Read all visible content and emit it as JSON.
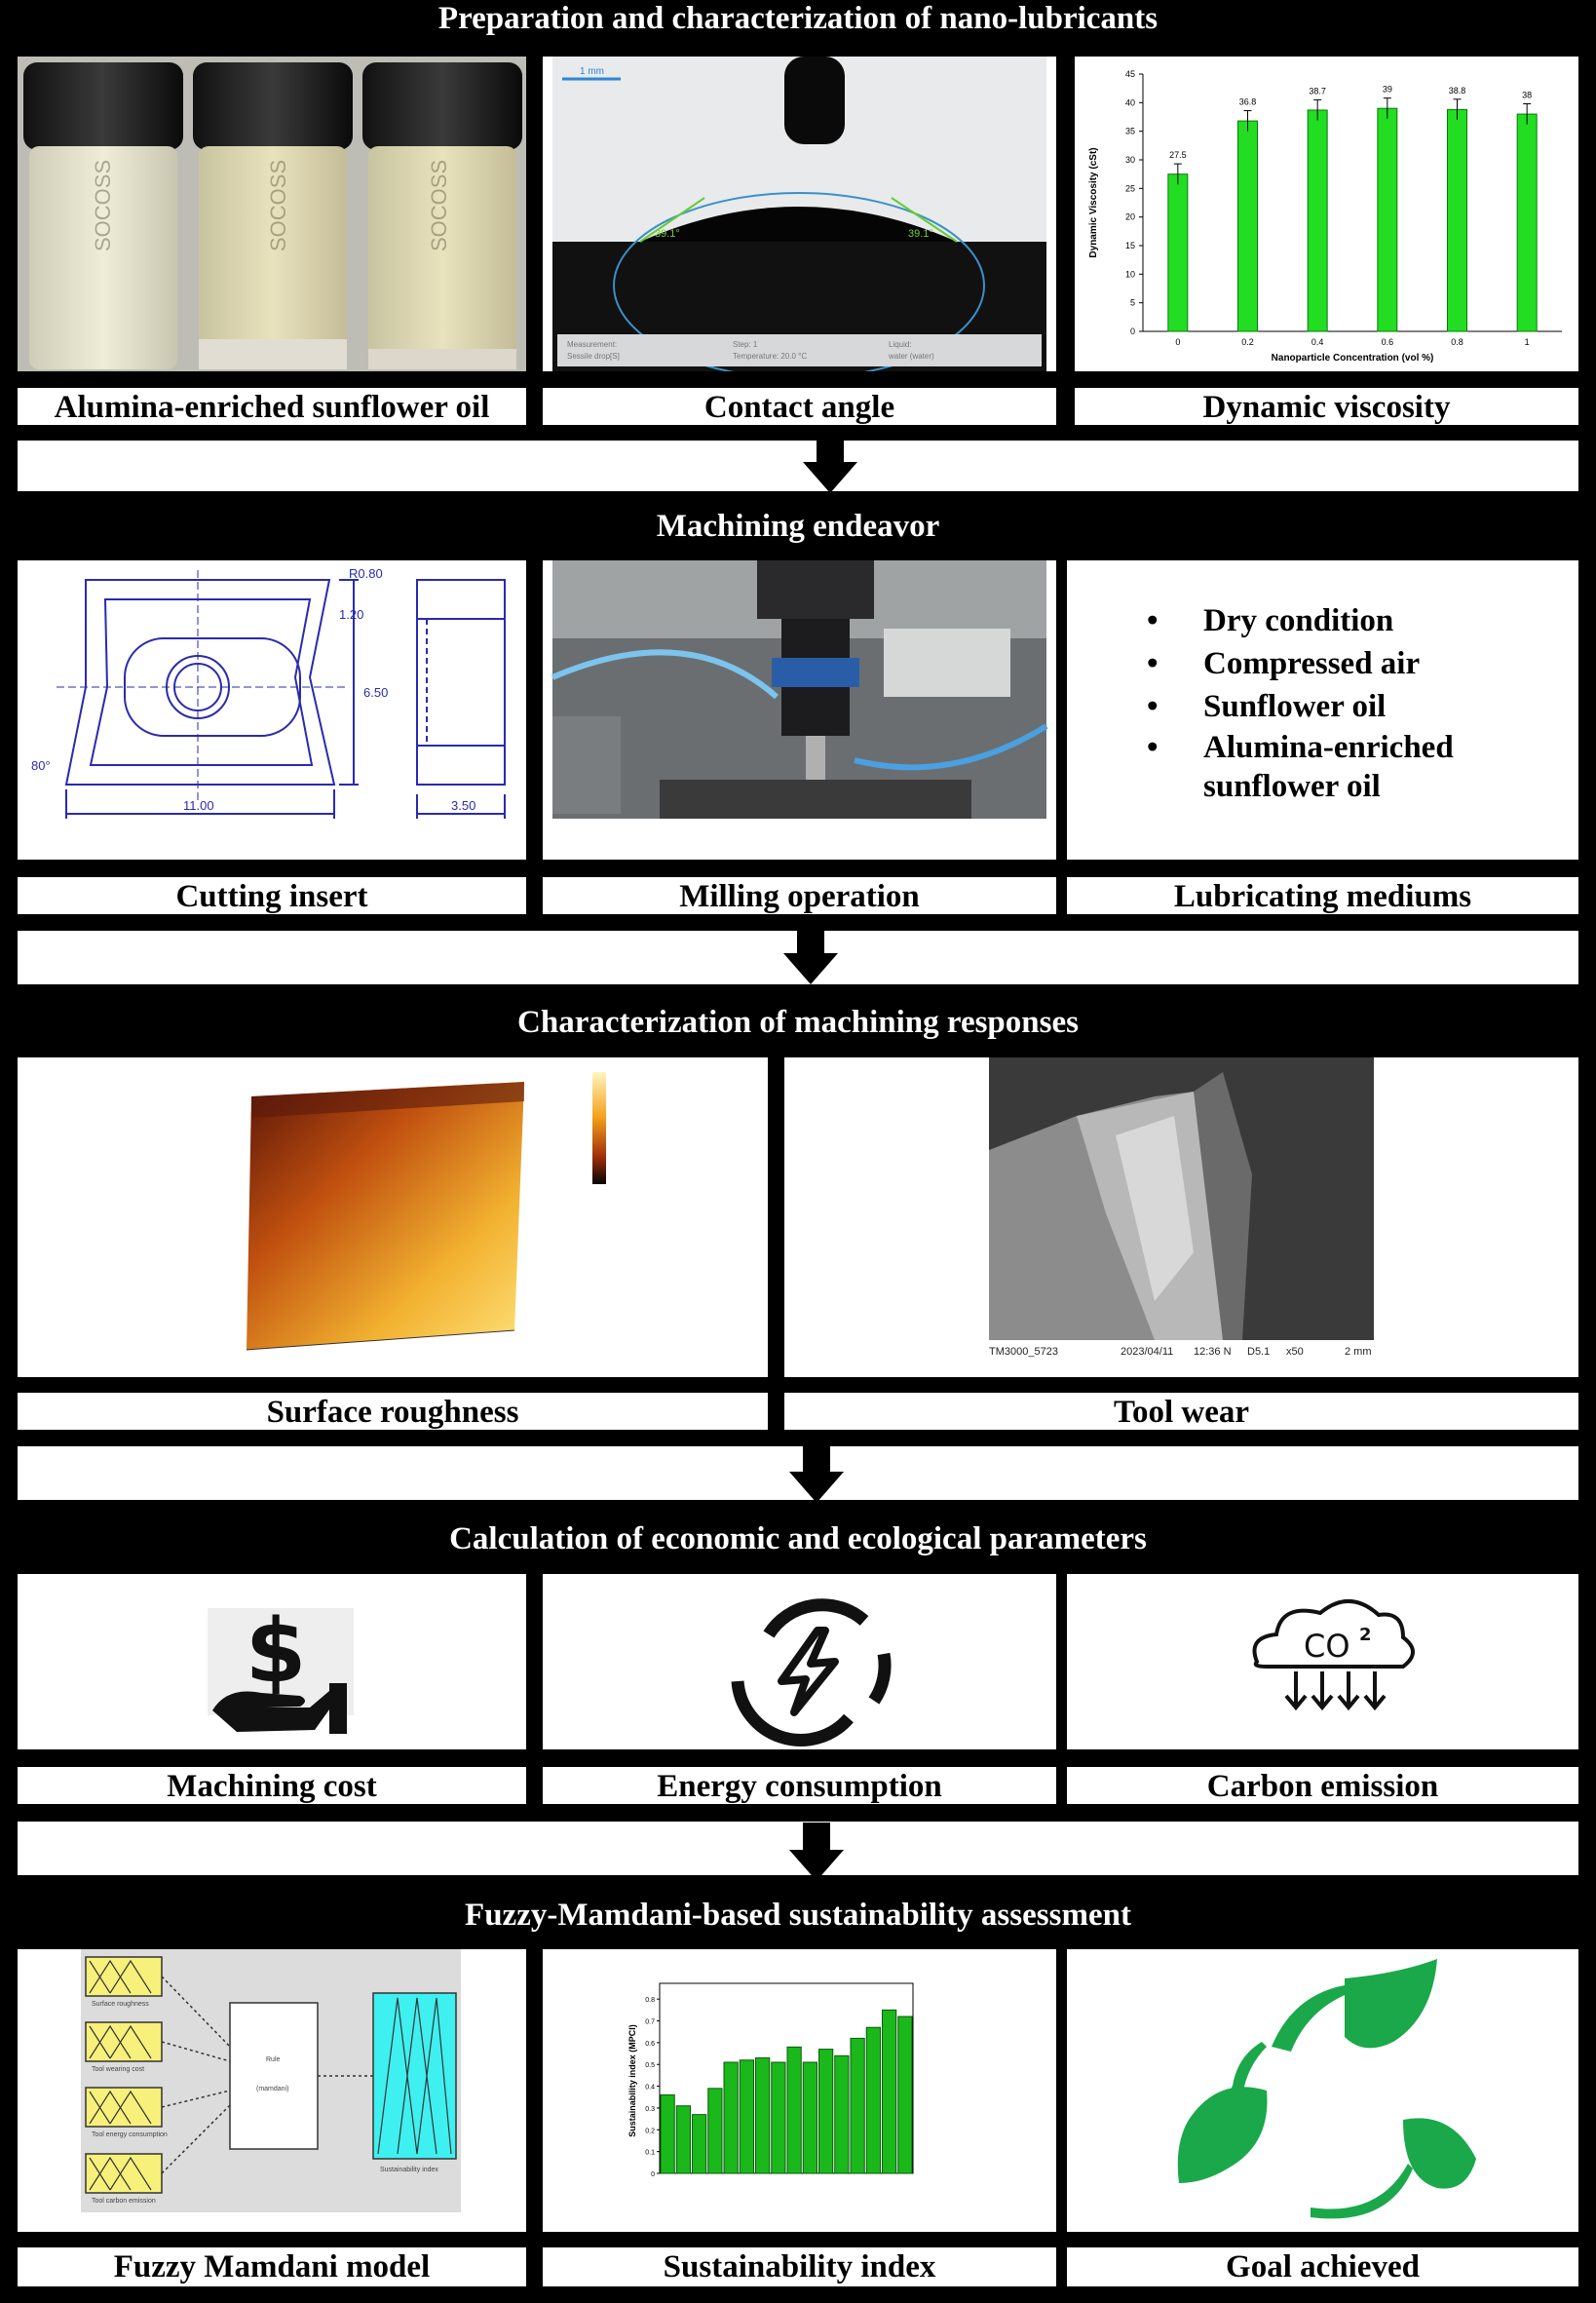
{
  "sections": [
    {
      "title": "Preparation  and characterization of nano-lubricants",
      "captions": [
        "Alumina-enriched sunflower oil",
        "Contact angle",
        "Dynamic viscosity"
      ]
    },
    {
      "title": "Machining endeavor",
      "captions": [
        "Cutting insert",
        "Milling operation",
        "Lubricating mediums"
      ]
    },
    {
      "title": "Characterization of machining responses",
      "captions": [
        "Surface roughness",
        "Tool wear"
      ]
    },
    {
      "title": "Calculation of economic and ecological parameters",
      "captions": [
        "Machining cost",
        "Energy consumption",
        "Carbon emission"
      ]
    },
    {
      "title": "Fuzzy-Mamdani-based sustainability assessment",
      "captions": [
        "Fuzzy Mamdani model",
        "Sustainability index",
        "Goal achieved"
      ]
    }
  ],
  "lubricating_mediums": [
    "Dry condition",
    "Compressed air",
    "Sunflower oil",
    "Alumina-enriched sunflower oil"
  ],
  "contact_angle": {
    "scale": "1 mm",
    "left_angle": "39.1°",
    "right_angle": "39.1°",
    "meta": [
      "Measurement:",
      "Sessile drop[S]",
      "Step: 1",
      "Temperature: 20.0 °C",
      "Liquid:",
      "water (water)"
    ]
  },
  "viscosity_chart": {
    "type": "bar",
    "categories": [
      "0",
      "0.2",
      "0.4",
      "0.6",
      "0.8",
      "1"
    ],
    "values": [
      27.5,
      36.8,
      38.7,
      39,
      38.8,
      38
    ],
    "value_labels": [
      "27.5",
      "36.8",
      "38.7",
      "39",
      "38.8",
      "38"
    ],
    "xlabel": "Nanoparticle Concentration (vol %)",
    "ylabel": "Dynamic Viscosity (cSt)",
    "ylim": [
      0,
      45
    ],
    "yticks": [
      "0",
      "5",
      "10",
      "15",
      "20",
      "25",
      "30",
      "35",
      "40",
      "45"
    ],
    "bar_color": "#22dd22"
  },
  "insert_drawing": {
    "dim_width": "11.00",
    "dim_height": "6.50",
    "dim_side": "3.50",
    "dim_top": "1.20",
    "dim_radius": "R0.80",
    "dim_angle": "80°"
  },
  "sem_footer": {
    "model": "TM3000_5723",
    "date": "2023/04/11",
    "time": "12:36 N",
    "mode": "D5.1",
    "mag": "x50",
    "scale": "2 mm"
  },
  "sustainability_chart": {
    "type": "bar",
    "ylabel": "Sustainability index (MPCI)",
    "values": [
      0.36,
      0.31,
      0.27,
      0.39,
      0.51,
      0.52,
      0.53,
      0.51,
      0.58,
      0.51,
      0.57,
      0.54,
      0.62,
      0.67,
      0.75,
      0.72
    ],
    "ylim": [
      0,
      0.85
    ],
    "yticks": [
      "0",
      "0.1",
      "0.2",
      "0.3",
      "0.4",
      "0.5",
      "0.6",
      "0.7",
      "0.8"
    ]
  },
  "fuzzy_model": {
    "input_labels": [
      "Surface roughness",
      "Tool wearing cost",
      "Tool energy consumption",
      "Tool carbon emission"
    ],
    "box_text": [
      "Rule",
      "(mamdani)"
    ],
    "output_label": "Sustainability index"
  },
  "colors": {
    "frame": "#000000",
    "bar_green": "#22dd22",
    "eco_green": "#1aa84a",
    "fuzzy_yellow": "#f7f07a",
    "fuzzy_cyan": "#3ff0f0"
  },
  "icons": [
    "dollar-hand-icon",
    "energy-bolt-icon",
    "co2-cloud-icon",
    "recycle-leaves-icon"
  ]
}
